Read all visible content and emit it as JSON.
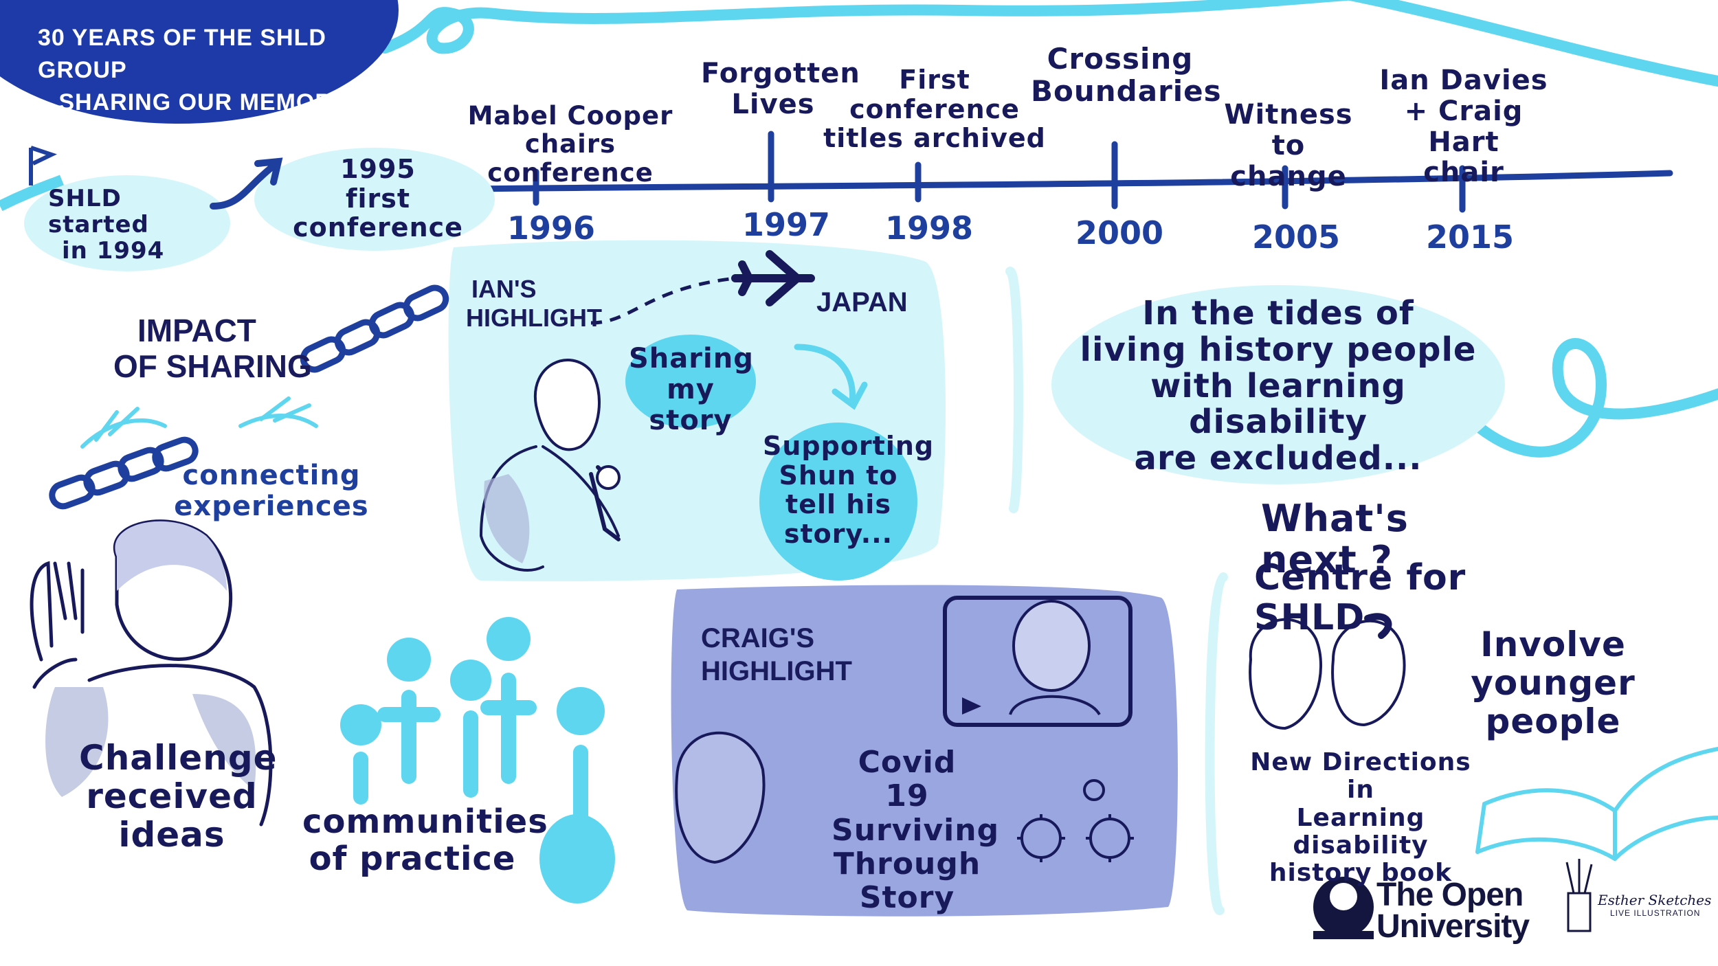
{
  "title": {
    "line1": "30 YEARS OF THE SHLD GROUP",
    "line2": "– SHARING OUR MEMORIES"
  },
  "timeline": {
    "start": {
      "line1": "SHLD started",
      "line2": "in 1994"
    },
    "first_conference": {
      "year": "1995",
      "label": "first conference"
    },
    "events": [
      {
        "year": "1996",
        "line1": "Mabel Cooper",
        "line2": "chairs conference",
        "line3": ""
      },
      {
        "year": "1997",
        "line1": "Forgotten",
        "line2": "Lives",
        "line3": ""
      },
      {
        "year": "1998",
        "line1": "First",
        "line2": "conference",
        "line3": "titles archived"
      },
      {
        "year": "2000",
        "line1": "Crossing",
        "line2": "Boundaries",
        "line3": ""
      },
      {
        "year": "2005",
        "line1": "Witness",
        "line2": "to change",
        "line3": ""
      },
      {
        "year": "2015",
        "line1": "Ian Davies",
        "line2": "+ Craig Hart",
        "line3": "chair"
      }
    ]
  },
  "impact": {
    "heading1": "IMPACT",
    "heading2": "of SHARING",
    "connecting1": "connecting",
    "connecting2": "experiences",
    "challenge1": "Challenge",
    "challenge2": "received",
    "challenge3": "ideas",
    "communities1": "communities",
    "communities2": "of practice"
  },
  "ian": {
    "heading1": "IAN'S",
    "heading2": "HIGHLIGHT",
    "japan": "JAPAN",
    "sharing1": "Sharing",
    "sharing2": "my story",
    "supporting1": "Supporting",
    "supporting2": "Shun to",
    "supporting3": "tell his",
    "supporting4": "story..."
  },
  "craig": {
    "heading1": "CRAIG'S",
    "heading2": "HIGHLIGHT",
    "covid1": "Covid 19",
    "covid2": "Surviving",
    "covid3": "Through",
    "covid4": "Story"
  },
  "tides": {
    "line1": "In the tides of",
    "line2": "living history people",
    "line3": "with learning disability",
    "line4": "are excluded..."
  },
  "next": {
    "heading": "What's next ?",
    "centre": "Centre for SHLD",
    "involve1": "Involve",
    "involve2": "younger people",
    "book1": "New Directions in",
    "book2": "Learning disability",
    "book3": "history book"
  },
  "logos": {
    "ou1": "The Open",
    "ou2": "University",
    "esther1": "Esther Sketches",
    "esther2": "LIVE ILLUSTRATION"
  },
  "colors": {
    "navy": "#1d3aa8",
    "timeline": "#1f3f9e",
    "light_blue": "#d4f6fb",
    "cyan": "#5fd6ef",
    "lavender": "#9aa6df",
    "ink": "#17195a"
  }
}
